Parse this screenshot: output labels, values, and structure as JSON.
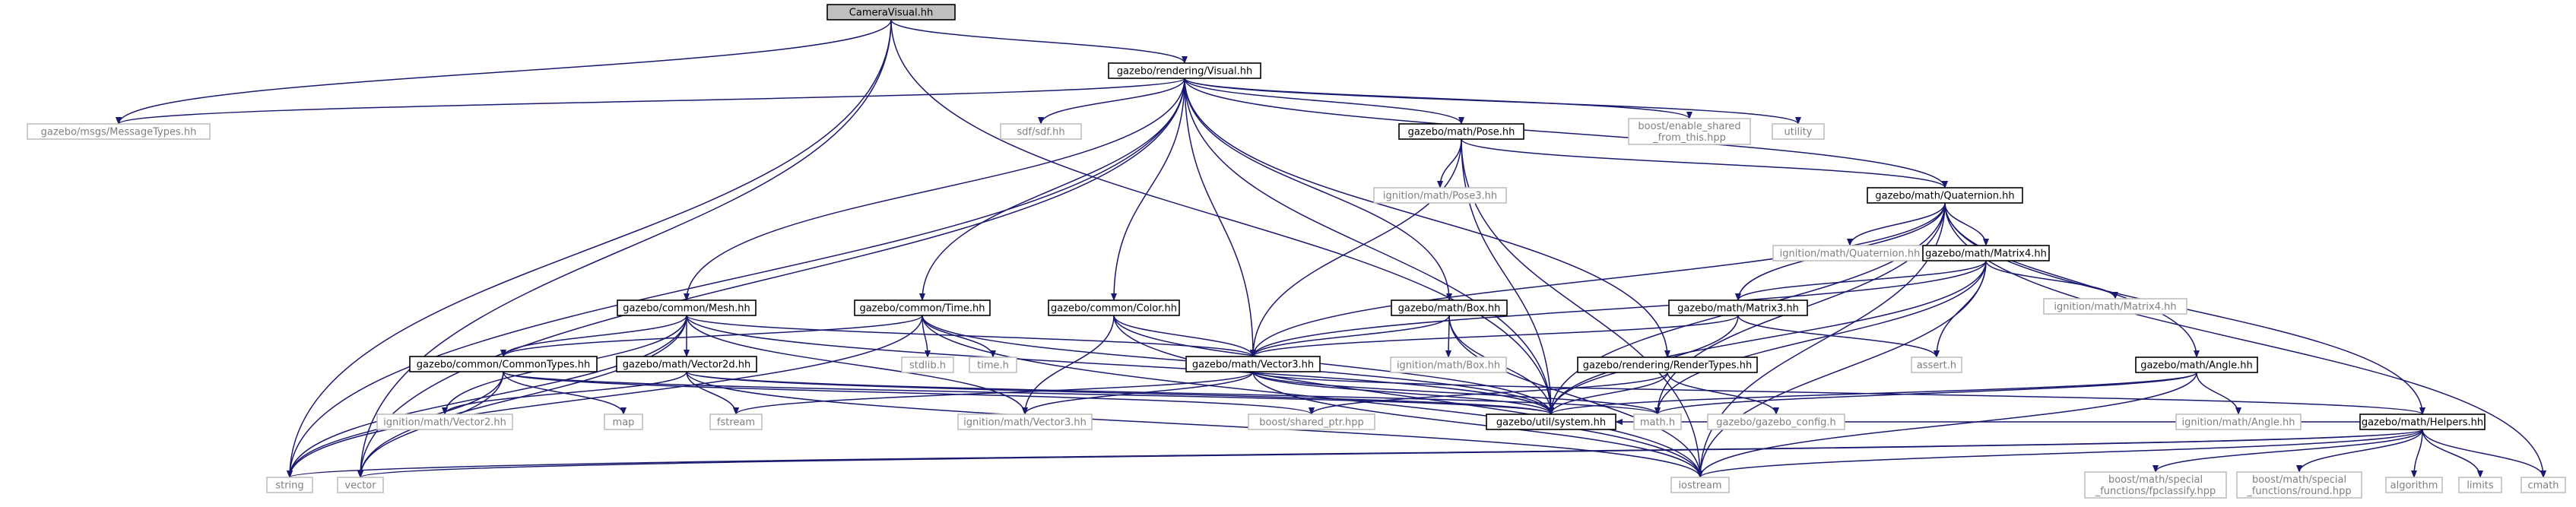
{
  "graph": {
    "nodes": [
      {
        "id": "camera",
        "label": "CameraVisual.hh",
        "kind": "focus"
      },
      {
        "id": "visual",
        "label": "gazebo/rendering/Visual.hh",
        "kind": "documented"
      },
      {
        "id": "msgtypes",
        "label": "gazebo/msgs/MessageTypes.hh",
        "kind": "external"
      },
      {
        "id": "sdf",
        "label": "sdf/sdf.hh",
        "kind": "external"
      },
      {
        "id": "pose",
        "label": "gazebo/math/Pose.hh",
        "kind": "documented"
      },
      {
        "id": "enable_shared",
        "label": "boost/enable_shared\n_from_this.hpp",
        "kind": "external"
      },
      {
        "id": "utility",
        "label": "utility",
        "kind": "external"
      },
      {
        "id": "ign_pose3",
        "label": "ignition/math/Pose3.hh",
        "kind": "external"
      },
      {
        "id": "quaternion",
        "label": "gazebo/math/Quaternion.hh",
        "kind": "documented"
      },
      {
        "id": "ign_quat",
        "label": "ignition/math/Quaternion.hh",
        "kind": "external"
      },
      {
        "id": "matrix4",
        "label": "gazebo/math/Matrix4.hh",
        "kind": "documented"
      },
      {
        "id": "ign_matrix4",
        "label": "ignition/math/Matrix4.hh",
        "kind": "external"
      },
      {
        "id": "matrix3",
        "label": "gazebo/math/Matrix3.hh",
        "kind": "documented"
      },
      {
        "id": "mesh",
        "label": "gazebo/common/Mesh.hh",
        "kind": "documented"
      },
      {
        "id": "time",
        "label": "gazebo/common/Time.hh",
        "kind": "documented"
      },
      {
        "id": "color",
        "label": "gazebo/common/Color.hh",
        "kind": "documented"
      },
      {
        "id": "box",
        "label": "gazebo/math/Box.hh",
        "kind": "documented"
      },
      {
        "id": "ign_box",
        "label": "ignition/math/Box.hh",
        "kind": "external"
      },
      {
        "id": "stdlib",
        "label": "stdlib.h",
        "kind": "external"
      },
      {
        "id": "time_h",
        "label": "time.h",
        "kind": "external"
      },
      {
        "id": "commontypes",
        "label": "gazebo/common/CommonTypes.hh",
        "kind": "documented"
      },
      {
        "id": "vector2d",
        "label": "gazebo/math/Vector2d.hh",
        "kind": "documented"
      },
      {
        "id": "vector3",
        "label": "gazebo/math/Vector3.hh",
        "kind": "documented"
      },
      {
        "id": "rendertypes",
        "label": "gazebo/rendering/RenderTypes.hh",
        "kind": "documented"
      },
      {
        "id": "assert",
        "label": "assert.h",
        "kind": "external"
      },
      {
        "id": "angle",
        "label": "gazebo/math/Angle.hh",
        "kind": "documented"
      },
      {
        "id": "ign_vector2",
        "label": "ignition/math/Vector2.hh",
        "kind": "external"
      },
      {
        "id": "map",
        "label": "map",
        "kind": "external"
      },
      {
        "id": "fstream",
        "label": "fstream",
        "kind": "external"
      },
      {
        "id": "ign_vector3",
        "label": "ignition/math/Vector3.hh",
        "kind": "external"
      },
      {
        "id": "shared_ptr",
        "label": "boost/shared_ptr.hpp",
        "kind": "external"
      },
      {
        "id": "system",
        "label": "gazebo/util/system.hh",
        "kind": "documented"
      },
      {
        "id": "math_h",
        "label": "math.h",
        "kind": "external"
      },
      {
        "id": "gazebo_config",
        "label": "gazebo/gazebo_config.h",
        "kind": "external"
      },
      {
        "id": "ign_angle",
        "label": "ignition/math/Angle.hh",
        "kind": "external"
      },
      {
        "id": "helpers",
        "label": "gazebo/math/Helpers.hh",
        "kind": "documented"
      },
      {
        "id": "string",
        "label": "string",
        "kind": "external"
      },
      {
        "id": "vector",
        "label": "vector",
        "kind": "external"
      },
      {
        "id": "iostream",
        "label": "iostream",
        "kind": "external"
      },
      {
        "id": "fpclassify",
        "label": "boost/math/special\n_functions/fpclassify.hpp",
        "kind": "external"
      },
      {
        "id": "round",
        "label": "boost/math/special\n_functions/round.hpp",
        "kind": "external"
      },
      {
        "id": "algorithm",
        "label": "algorithm",
        "kind": "external"
      },
      {
        "id": "limits",
        "label": "limits",
        "kind": "external"
      },
      {
        "id": "cmath",
        "label": "cmath",
        "kind": "external"
      }
    ],
    "edges": [
      [
        "camera",
        "visual"
      ],
      [
        "camera",
        "msgtypes"
      ],
      [
        "camera",
        "vector"
      ],
      [
        "camera",
        "string"
      ],
      [
        "camera",
        "system"
      ],
      [
        "visual",
        "msgtypes"
      ],
      [
        "visual",
        "sdf"
      ],
      [
        "visual",
        "pose"
      ],
      [
        "visual",
        "enable_shared"
      ],
      [
        "visual",
        "utility"
      ],
      [
        "visual",
        "quaternion"
      ],
      [
        "visual",
        "mesh"
      ],
      [
        "visual",
        "time"
      ],
      [
        "visual",
        "color"
      ],
      [
        "visual",
        "box"
      ],
      [
        "visual",
        "vector3"
      ],
      [
        "visual",
        "rendertypes"
      ],
      [
        "visual",
        "system"
      ],
      [
        "visual",
        "string"
      ],
      [
        "visual",
        "vector"
      ],
      [
        "pose",
        "ign_pose3"
      ],
      [
        "pose",
        "quaternion"
      ],
      [
        "pose",
        "vector3"
      ],
      [
        "pose",
        "system"
      ],
      [
        "pose",
        "iostream"
      ],
      [
        "quaternion",
        "ign_quat"
      ],
      [
        "quaternion",
        "matrix4"
      ],
      [
        "quaternion",
        "matrix3"
      ],
      [
        "quaternion",
        "angle"
      ],
      [
        "quaternion",
        "helpers"
      ],
      [
        "quaternion",
        "vector3"
      ],
      [
        "quaternion",
        "system"
      ],
      [
        "quaternion",
        "iostream"
      ],
      [
        "quaternion",
        "cmath"
      ],
      [
        "quaternion",
        "math_h"
      ],
      [
        "matrix4",
        "ign_matrix4"
      ],
      [
        "matrix4",
        "matrix3"
      ],
      [
        "matrix4",
        "vector3"
      ],
      [
        "matrix4",
        "assert"
      ],
      [
        "matrix4",
        "system"
      ],
      [
        "matrix4",
        "iostream"
      ],
      [
        "matrix4",
        "math_h"
      ],
      [
        "matrix3",
        "vector3"
      ],
      [
        "matrix3",
        "assert"
      ],
      [
        "matrix3",
        "system"
      ],
      [
        "mesh",
        "commontypes"
      ],
      [
        "mesh",
        "vector2d"
      ],
      [
        "mesh",
        "vector3"
      ],
      [
        "mesh",
        "system"
      ],
      [
        "mesh",
        "string"
      ],
      [
        "mesh",
        "vector"
      ],
      [
        "mesh",
        "ign_vector2"
      ],
      [
        "mesh",
        "ign_vector3"
      ],
      [
        "time",
        "commontypes"
      ],
      [
        "time",
        "stdlib"
      ],
      [
        "time",
        "time_h"
      ],
      [
        "time",
        "system"
      ],
      [
        "time",
        "string"
      ],
      [
        "time",
        "iostream"
      ],
      [
        "color",
        "vector3"
      ],
      [
        "color",
        "ign_vector3"
      ],
      [
        "color",
        "system"
      ],
      [
        "color",
        "iostream"
      ],
      [
        "box",
        "ign_box"
      ],
      [
        "box",
        "vector3"
      ],
      [
        "box",
        "system"
      ],
      [
        "box",
        "iostream"
      ],
      [
        "commontypes",
        "vector"
      ],
      [
        "commontypes",
        "string"
      ],
      [
        "commontypes",
        "map"
      ],
      [
        "commontypes",
        "shared_ptr"
      ],
      [
        "commontypes",
        "system"
      ],
      [
        "vector2d",
        "ign_vector2"
      ],
      [
        "vector2d",
        "fstream"
      ],
      [
        "vector2d",
        "system"
      ],
      [
        "vector2d",
        "math_h"
      ],
      [
        "vector2d",
        "iostream"
      ],
      [
        "vector3",
        "ign_vector3"
      ],
      [
        "vector3",
        "fstream"
      ],
      [
        "vector3",
        "helpers"
      ],
      [
        "vector3",
        "system"
      ],
      [
        "vector3",
        "math_h"
      ],
      [
        "vector3",
        "iostream"
      ],
      [
        "rendertypes",
        "shared_ptr"
      ],
      [
        "rendertypes",
        "system"
      ],
      [
        "rendertypes",
        "gazebo_config"
      ],
      [
        "angle",
        "ign_angle"
      ],
      [
        "angle",
        "system"
      ],
      [
        "angle",
        "math_h"
      ],
      [
        "angle",
        "iostream"
      ],
      [
        "helpers",
        "string"
      ],
      [
        "helpers",
        "vector"
      ],
      [
        "helpers",
        "iostream"
      ],
      [
        "helpers",
        "fpclassify"
      ],
      [
        "helpers",
        "round"
      ],
      [
        "helpers",
        "algorithm"
      ],
      [
        "helpers",
        "limits"
      ],
      [
        "helpers",
        "cmath"
      ],
      [
        "helpers",
        "system"
      ]
    ]
  },
  "colors": {
    "focus_fill": "#bfbfbf",
    "documented_fill": "#ffffff",
    "documented_stroke": "#000000",
    "external_stroke": "#bfbfbf",
    "external_text": "#7f7f7f",
    "edge": "#191970"
  }
}
